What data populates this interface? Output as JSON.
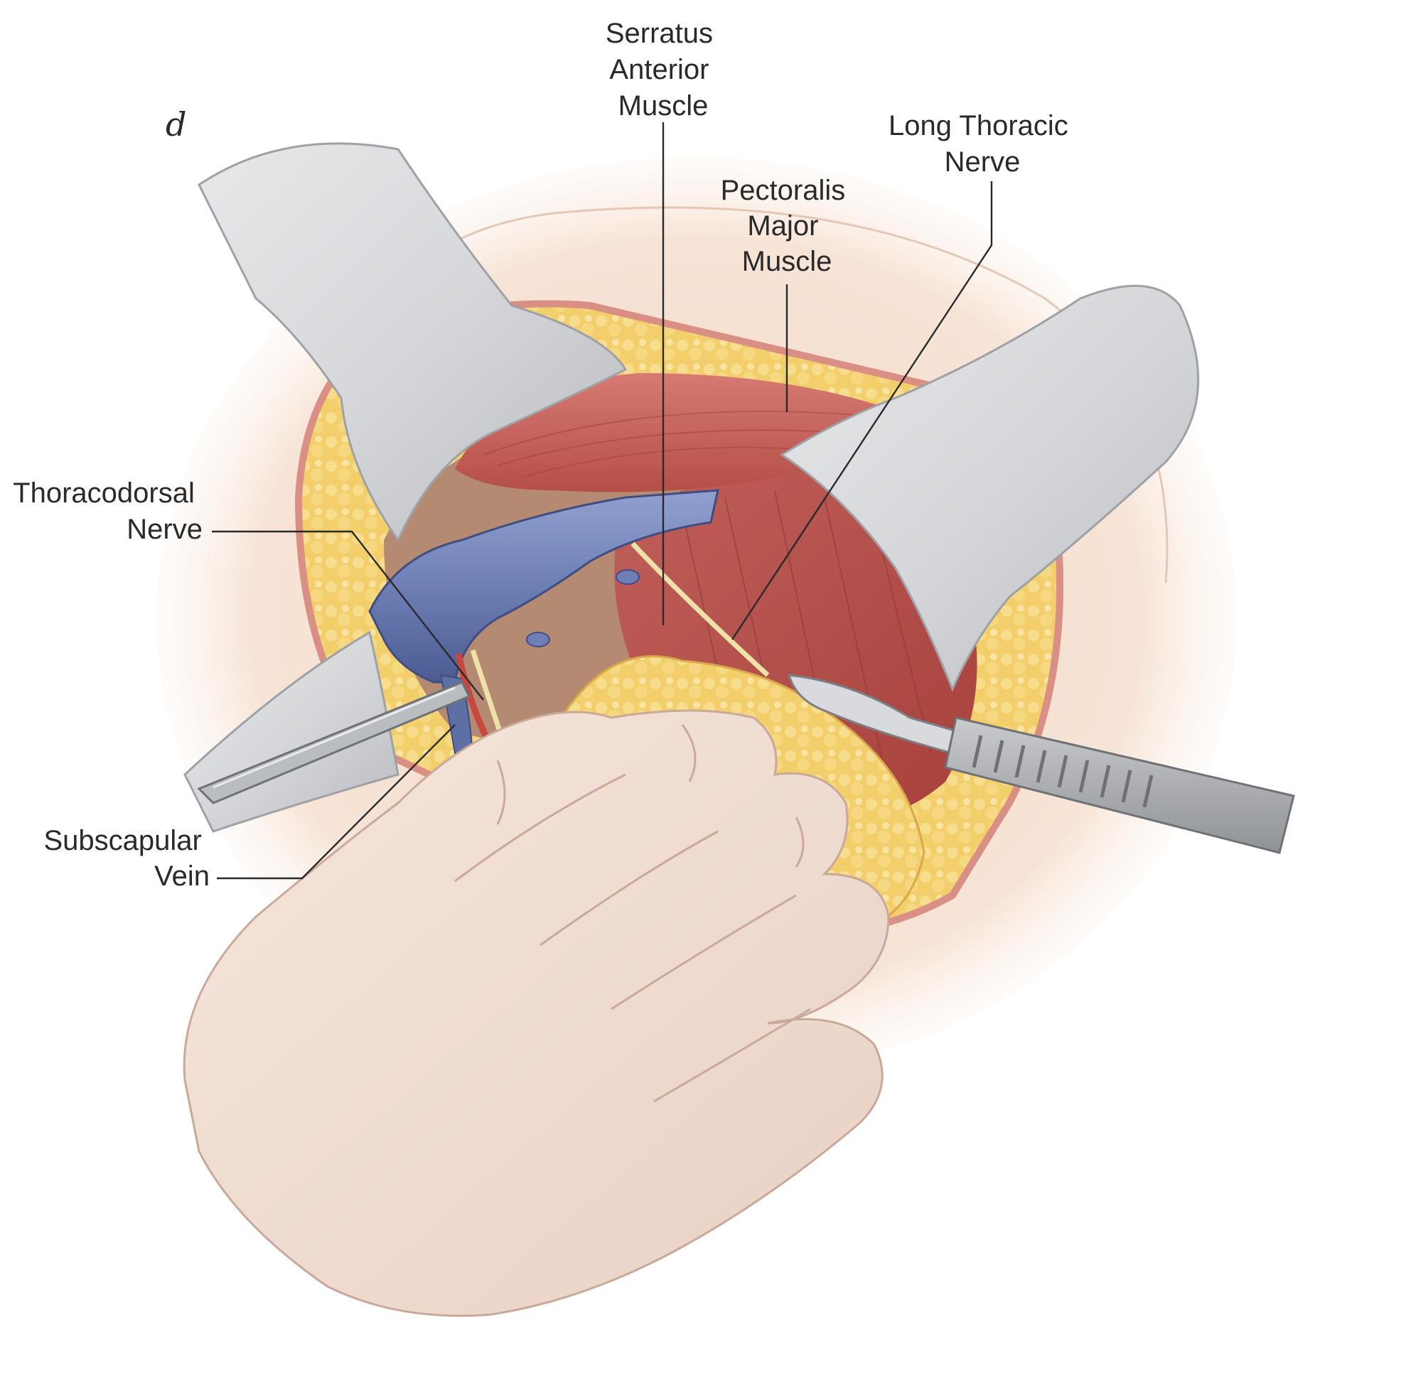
{
  "figure": {
    "panel_letter": "d",
    "labels": {
      "serratus_anterior": [
        "Serratus",
        "Anterior",
        "Muscle"
      ],
      "long_thoracic_nerve": [
        "Long Thoracic",
        "Nerve"
      ],
      "pectoralis_major": [
        "Pectoralis",
        "Major",
        "Muscle"
      ],
      "thoracodorsal_nerve": [
        "Thoracodorsal",
        "Nerve"
      ],
      "subscapular_vein": [
        "Subscapular",
        "Vein"
      ]
    }
  }
}
